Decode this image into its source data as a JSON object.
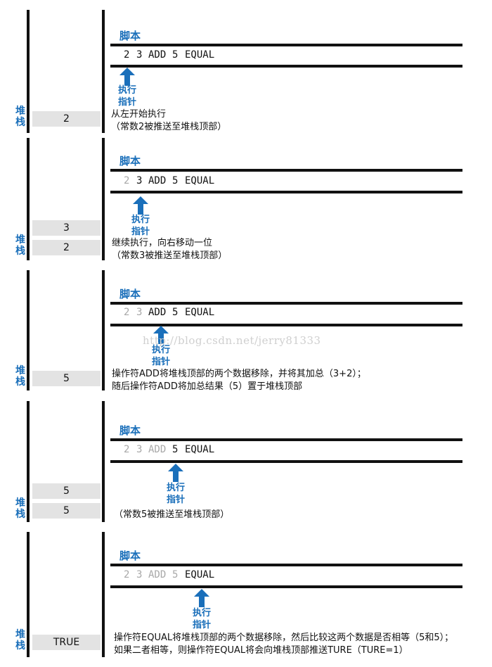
{
  "labels": {
    "stack": "堆栈",
    "script": "脚本",
    "pointer_line1": "执行",
    "pointer_line2": "指针"
  },
  "watermark": "http://blog.csdn.net/jerry81333",
  "steps": [
    {
      "stack_cells": [
        "2"
      ],
      "tokens": [
        {
          "text": "2",
          "executed": false
        },
        {
          "text": "3",
          "executed": false
        },
        {
          "text": "ADD",
          "executed": false
        },
        {
          "text": "5",
          "executed": false
        },
        {
          "text": "EQUAL",
          "executed": false
        }
      ],
      "description": [
        "从左开始执行",
        "（常数2被推送至堆栈顶部）"
      ]
    },
    {
      "stack_cells": [
        "3",
        "2"
      ],
      "tokens": [
        {
          "text": "2",
          "executed": true
        },
        {
          "text": "3",
          "executed": false
        },
        {
          "text": "ADD",
          "executed": false
        },
        {
          "text": "5",
          "executed": false
        },
        {
          "text": "EQUAL",
          "executed": false
        }
      ],
      "description": [
        "继续执行，向右移动一位",
        "（常数3被推送至堆栈顶部）"
      ]
    },
    {
      "stack_cells": [
        "5"
      ],
      "tokens": [
        {
          "text": "2",
          "executed": true
        },
        {
          "text": "3",
          "executed": true
        },
        {
          "text": "ADD",
          "executed": false
        },
        {
          "text": "5",
          "executed": false
        },
        {
          "text": "EQUAL",
          "executed": false
        }
      ],
      "description": [
        "操作符ADD将堆栈顶部的两个数据移除，并将其加总（3+2）；",
        "随后操作符ADD将加总结果（5）置于堆栈顶部"
      ]
    },
    {
      "stack_cells": [
        "5",
        "5"
      ],
      "tokens": [
        {
          "text": "2",
          "executed": true
        },
        {
          "text": "3",
          "executed": true
        },
        {
          "text": "ADD",
          "executed": true
        },
        {
          "text": "5",
          "executed": false
        },
        {
          "text": "EQUAL",
          "executed": false
        }
      ],
      "description": [
        "（常数5被推送至堆栈顶部）"
      ]
    },
    {
      "stack_cells": [
        "TRUE"
      ],
      "tokens": [
        {
          "text": "2",
          "executed": true
        },
        {
          "text": "3",
          "executed": true
        },
        {
          "text": "ADD",
          "executed": true
        },
        {
          "text": "5",
          "executed": true
        },
        {
          "text": "EQUAL",
          "executed": false
        }
      ],
      "description": [
        "操作符EQUAL将堆栈顶部的两个数据移除，然后比较这两个数据是否相等（5和5）；",
        "如果二者相等，则操作符EQUAL将会向堆栈顶部推送TURE（TURE=1）"
      ]
    }
  ]
}
